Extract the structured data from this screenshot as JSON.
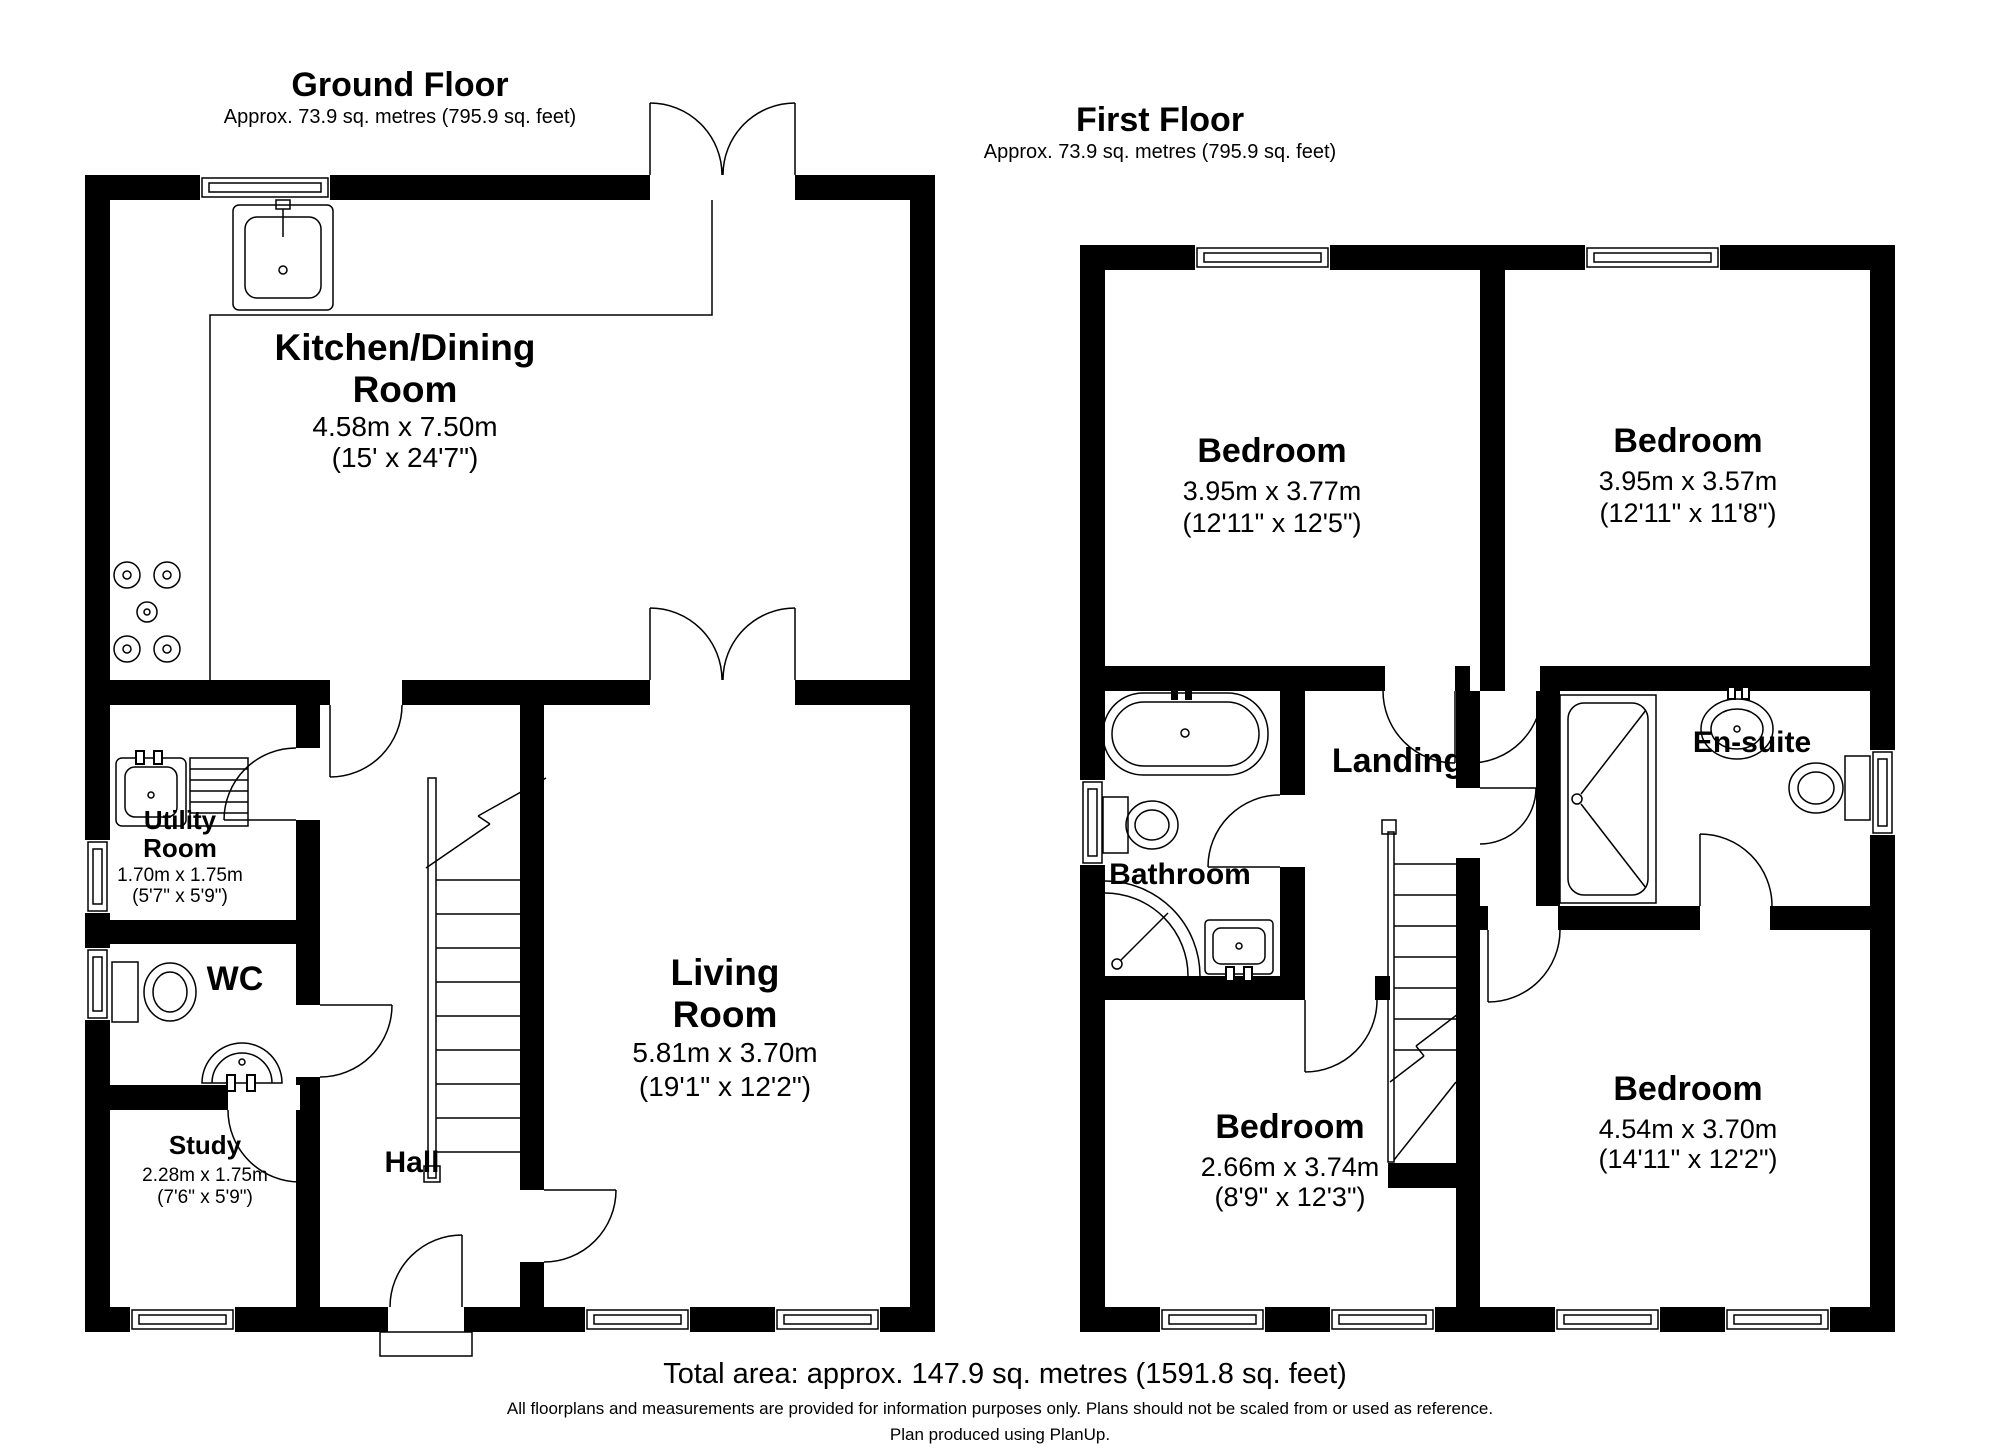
{
  "ground_floor": {
    "title": "Ground Floor",
    "subtitle": "Approx. 73.9 sq. metres (795.9 sq. feet)",
    "rooms": {
      "kitchen": {
        "name_line1": "Kitchen/Dining",
        "name_line2": "Room",
        "metric": "4.58m x 7.50m",
        "imperial": "(15' x 24'7\")"
      },
      "utility": {
        "name_line1": "Utility",
        "name_line2": "Room",
        "metric": "1.70m x 1.75m",
        "imperial": "(5'7\" x 5'9\")"
      },
      "wc": {
        "name": "WC"
      },
      "study": {
        "name": "Study",
        "metric": "2.28m x 1.75m",
        "imperial": "(7'6\" x 5'9\")"
      },
      "hall": {
        "name": "Hall"
      },
      "living": {
        "name_line1": "Living",
        "name_line2": "Room",
        "metric": "5.81m x 3.70m",
        "imperial": "(19'1\" x 12'2\")"
      }
    }
  },
  "first_floor": {
    "title": "First Floor",
    "subtitle": "Approx. 73.9 sq. metres (795.9 sq. feet)",
    "rooms": {
      "bedroom1": {
        "name": "Bedroom",
        "metric": "3.95m x 3.77m",
        "imperial": "(12'11\" x 12'5\")"
      },
      "bedroom2": {
        "name": "Bedroom",
        "metric": "3.95m x 3.57m",
        "imperial": "(12'11\" x 11'8\")"
      },
      "landing": {
        "name": "Landing"
      },
      "ensuite": {
        "name": "En-suite"
      },
      "bathroom": {
        "name": "Bathroom"
      },
      "bedroom3": {
        "name": "Bedroom",
        "metric": "2.66m x 3.74m",
        "imperial": "(8'9\" x 12'3\")"
      },
      "bedroom4": {
        "name": "Bedroom",
        "metric": "4.54m x 3.70m",
        "imperial": "(14'11\" x 12'2\")"
      }
    }
  },
  "footer": {
    "total_area": "Total area: approx. 147.9 sq. metres (1591.8 sq. feet)",
    "disclaimer": "All floorplans and measurements are provided for information purposes only. Plans should not be scaled from or used as reference.",
    "produced": "Plan produced using PlanUp."
  },
  "colors": {
    "wall": "#000000",
    "background": "#ffffff"
  }
}
